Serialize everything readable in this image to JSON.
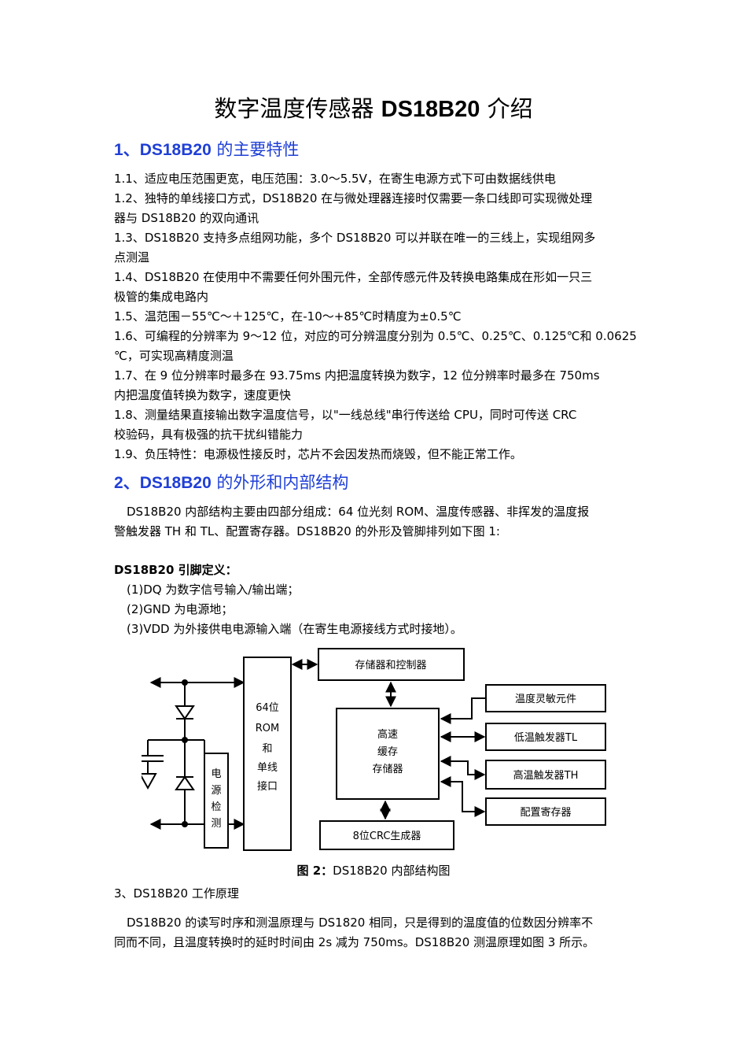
{
  "title": {
    "pre": "数字温度传感器 ",
    "bold": "DS18B20",
    "post": " 介绍"
  },
  "section1": {
    "num": "1、",
    "bold": "DS18B20",
    "rest": " 的主要特性",
    "lines": [
      "1.1、适应电压范围更宽，电压范围：3.0～5.5V，在寄生电源方式下可由数据线供电",
      "1.2、独特的单线接口方式，DS18B20 在与微处理器连接时仅需要一条口线即可实现微处理",
      "器与 DS18B20 的双向通讯",
      "1.3、DS18B20 支持多点组网功能，多个 DS18B20 可以并联在唯一的三线上，实现组网多",
      "点测温",
      "1.4、DS18B20 在使用中不需要任何外围元件，全部传感元件及转换电路集成在形如一只三",
      "极管的集成电路内",
      "1.5、温范围－55℃～＋125℃，在-10～+85℃时精度为±0.5℃",
      "1.6、可编程的分辨率为 9～12 位，对应的可分辨温度分别为 0.5℃、0.25℃、0.125℃和 0.0625",
      "℃，可实现高精度测温",
      "1.7、在 9 位分辨率时最多在 93.75ms 内把温度转换为数字，12 位分辨率时最多在 750ms",
      "内把温度值转换为数字，速度更快",
      "1.8、测量结果直接输出数字温度信号，以\"一线总线\"串行传送给 CPU，同时可传送 CRC",
      "校验码，具有极强的抗干扰纠错能力",
      "1.9、负压特性：电源极性接反时，芯片不会因发热而烧毁，但不能正常工作。"
    ]
  },
  "section2": {
    "num": "2、",
    "bold": "DS18B20",
    "rest": " 的外形和内部结构",
    "para": [
      "DS18B20 内部结构主要由四部分组成：64 位光刻 ROM、温度传感器、非挥发的温度报",
      "警触发器 TH 和 TL、配置寄存器。DS18B20 的外形及管脚排列如下图 1:"
    ],
    "pin_title": "DS18B20 引脚定义：",
    "pins": [
      "(1)DQ 为数字信号输入/输出端；",
      "(2)GND 为电源地；",
      "(3)VDD 为外接供电电源输入端（在寄生电源接线方式时接地）。"
    ]
  },
  "diagram": {
    "rom_lines": [
      "64位",
      "ROM",
      "和",
      "单线",
      "接口"
    ],
    "power_detect": [
      "电",
      "源",
      "检",
      "测"
    ],
    "memory_ctrl": "存储器和控制器",
    "cache_lines": [
      "高速",
      "缓存",
      "存储器"
    ],
    "crc": "8位CRC生成器",
    "temp_sensor": "温度灵敏元件",
    "low_trigger": "低温触发器TL",
    "high_trigger": "高温触发器TH",
    "config_reg": "配置寄存器"
  },
  "caption": {
    "bold": "图 2：",
    "rest": "DS18B20 内部结构图"
  },
  "section3": {
    "heading": "3、DS18B20 工作原理",
    "para": [
      "DS18B20 的读写时序和测温原理与 DS1820 相同，只是得到的温度值的位数因分辨率不",
      "同而不同，且温度转换时的延时时间由 2s 减为 750ms。DS18B20 测温原理如图 3 所示。"
    ]
  }
}
